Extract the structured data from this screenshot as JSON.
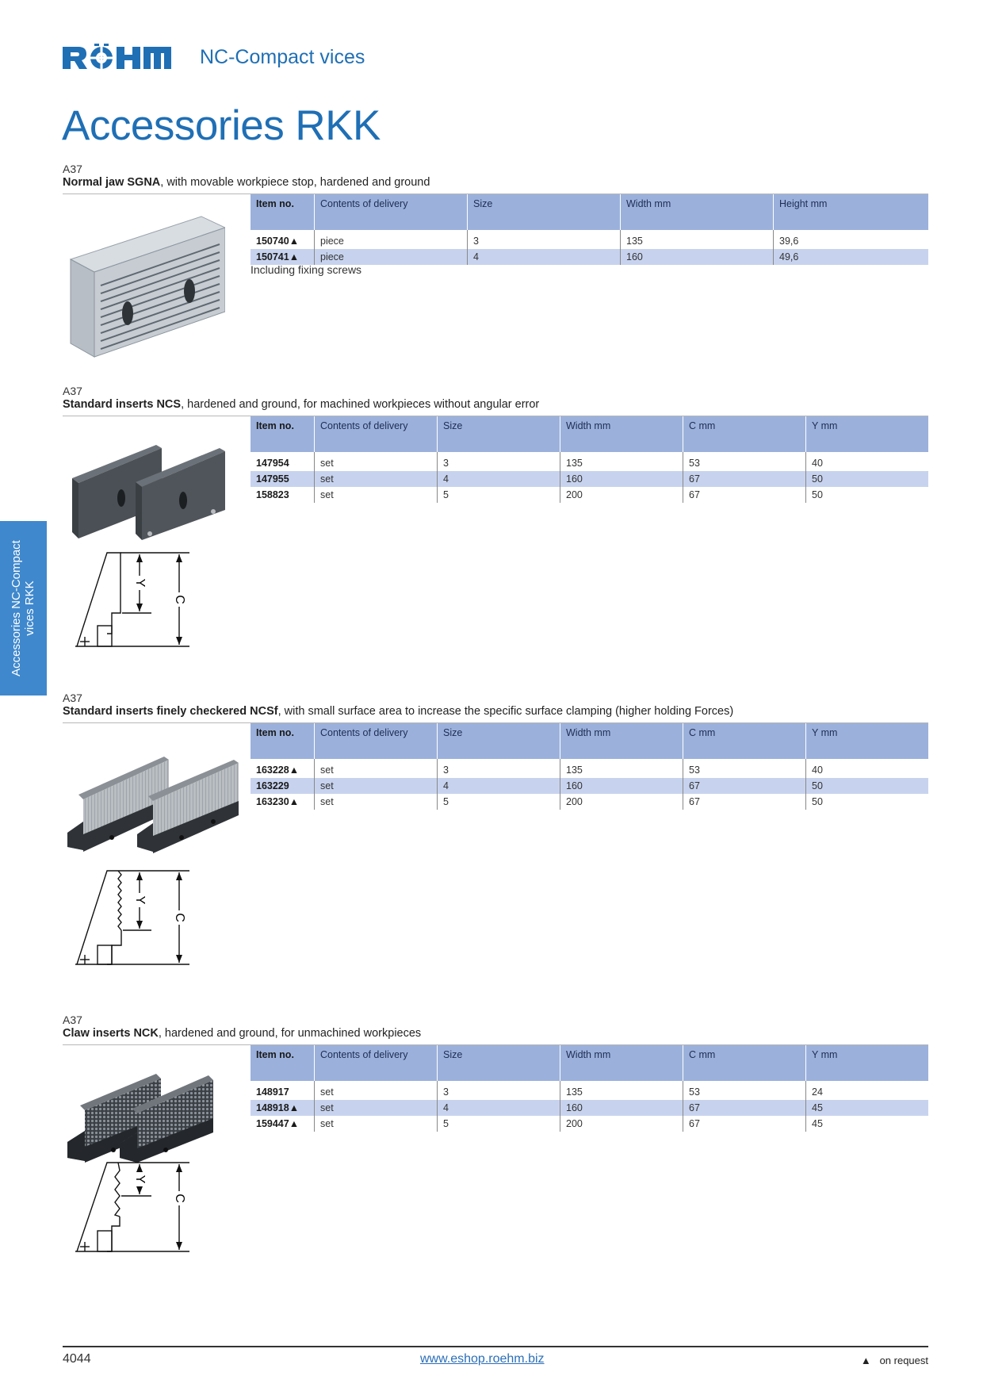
{
  "header": {
    "brand": "RÖHM",
    "subtitle": "NC-Compact vices",
    "title": "Accessories RKK"
  },
  "colors": {
    "brand_blue": "#1f6fb5",
    "table_header": "#9bb1dc",
    "row_alt": "#c7d3ee",
    "side_tab": "#3f88cd"
  },
  "side_tab": {
    "text": "Accessories NC-Compact vices RKK"
  },
  "sections": [
    {
      "code": "A37",
      "desc_bold": "Normal jaw SGNA",
      "desc_rest": ", with movable workpiece stop, hardened and ground",
      "columns": [
        "Item no.",
        "Contents of delivery",
        "Size",
        "Width mm",
        "Height mm"
      ],
      "rows": [
        [
          "150740▲",
          "piece",
          "3",
          "135",
          "39,6"
        ],
        [
          "150741▲",
          "piece",
          "4",
          "160",
          "49,6"
        ]
      ],
      "note": "Including fixing screws"
    },
    {
      "code": "A37",
      "desc_bold": "Standard inserts NCS",
      "desc_rest": ", hardened and ground, for machined workpieces without angular error",
      "columns": [
        "Item no.",
        "Contents of delivery",
        "Size",
        "Width mm",
        "C mm",
        "Y mm"
      ],
      "rows": [
        [
          "147954",
          "set",
          "3",
          "135",
          "53",
          "40"
        ],
        [
          "147955",
          "set",
          "4",
          "160",
          "67",
          "50"
        ],
        [
          "158823",
          "set",
          "5",
          "200",
          "67",
          "50"
        ]
      ]
    },
    {
      "code": "A37",
      "desc_bold": "Standard inserts finely checkered NCSf",
      "desc_rest": ", with small surface area to increase the specific surface clamping (higher holding Forces)",
      "columns": [
        "Item no.",
        "Contents of delivery",
        "Size",
        "Width mm",
        "C mm",
        "Y mm"
      ],
      "rows": [
        [
          "163228▲",
          "set",
          "3",
          "135",
          "53",
          "40"
        ],
        [
          "163229",
          "set",
          "4",
          "160",
          "67",
          "50"
        ],
        [
          "163230▲",
          "set",
          "5",
          "200",
          "67",
          "50"
        ]
      ]
    },
    {
      "code": "A37",
      "desc_bold": "Claw inserts NCK",
      "desc_rest": ", hardened and ground, for unmachined workpieces",
      "columns": [
        "Item no.",
        "Contents of delivery",
        "Size",
        "Width mm",
        "C mm",
        "Y mm"
      ],
      "rows": [
        [
          "148917",
          "set",
          "3",
          "135",
          "53",
          "24"
        ],
        [
          "148918▲",
          "set",
          "4",
          "160",
          "67",
          "45"
        ],
        [
          "159447▲",
          "set",
          "5",
          "200",
          "67",
          "45"
        ]
      ]
    }
  ],
  "diagram_labels": {
    "y": "Y",
    "c": "C"
  },
  "footer": {
    "page": "4044",
    "url": "www.eshop.roehm.biz",
    "legend_symbol": "▲",
    "legend_text": "on request"
  }
}
